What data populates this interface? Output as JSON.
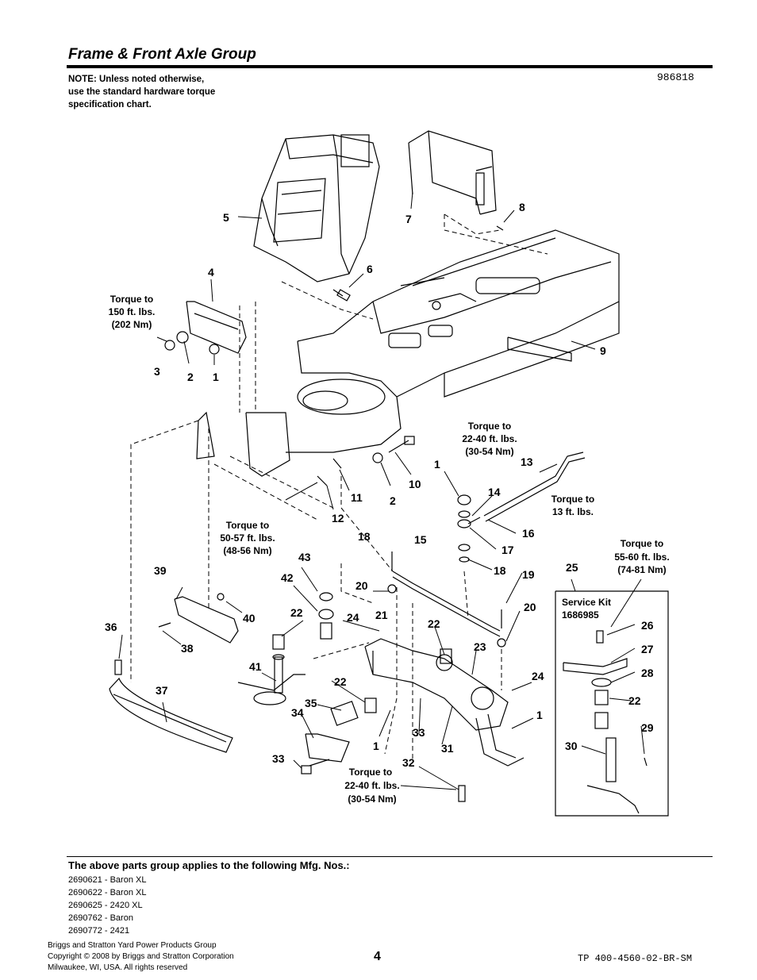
{
  "header": {
    "title": "Frame & Front Axle Group",
    "note_lines": [
      "NOTE: Unless noted otherwise,",
      "use the standard hardware torque",
      "specification chart."
    ],
    "doc_code": "986818"
  },
  "diagram": {
    "callouts": [
      "1",
      "2",
      "3",
      "4",
      "5",
      "6",
      "7",
      "8",
      "9",
      "10",
      "11",
      "12",
      "13",
      "14",
      "15",
      "16",
      "17",
      "18",
      "19",
      "20",
      "21",
      "22",
      "23",
      "24",
      "25",
      "26",
      "27",
      "28",
      "29",
      "30",
      "31",
      "32",
      "33",
      "34",
      "35",
      "36",
      "37",
      "38",
      "39",
      "40",
      "41",
      "42",
      "43",
      "2",
      "1",
      "18",
      "20",
      "22",
      "22",
      "24",
      "1",
      "33",
      "22"
    ],
    "torque_notes": [
      {
        "lines": [
          "Torque to",
          "150 ft. lbs.",
          "(202 Nm)"
        ]
      },
      {
        "lines": [
          "Torque to",
          "22-40 ft. lbs.",
          "(30-54 Nm)"
        ]
      },
      {
        "lines": [
          "Torque to",
          "13 ft. lbs."
        ]
      },
      {
        "lines": [
          "Torque to",
          "50-57 ft. lbs.",
          "(48-56 Nm)"
        ]
      },
      {
        "lines": [
          "Torque to",
          "55-60 ft. lbs.",
          "(74-81 Nm)"
        ]
      },
      {
        "lines": [
          "Torque to",
          "22-40 ft. lbs.",
          "(30-54 Nm)"
        ]
      }
    ],
    "service_kit": {
      "label": "Service Kit",
      "number": "1686985"
    }
  },
  "footer": {
    "applies_heading": "The above parts group applies to the following Mfg. Nos.:",
    "mfg_numbers": [
      "2690621 - Baron XL",
      "2690622 - Baron XL",
      "2690625 - 2420 XL",
      "2690762 - Baron",
      "2690772 - 2421"
    ],
    "company_lines": [
      "Briggs and Stratton Yard Power Products Group",
      "Copyright ©  2008 by Briggs and Stratton Corporation",
      "Milwaukee, WI, USA. All rights reserved"
    ],
    "page_number": "4",
    "doc_code": "TP 400-4560-02-BR-SM"
  }
}
